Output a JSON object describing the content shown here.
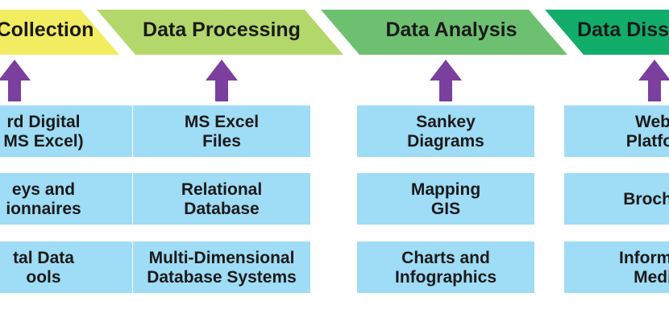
{
  "colors": {
    "stage_fills": [
      "#f2ec60",
      "#b3d76a",
      "#6cc070",
      "#12ad6a"
    ],
    "box_fill": "#9fdcf5",
    "arrow_fill": "#7b3f9e",
    "text": "#1a1a1a"
  },
  "stages": [
    {
      "label": "Collection",
      "items": [
        {
          "lines": [
            "rd Digital",
            "MS Excel)"
          ]
        },
        {
          "lines": [
            "eys and",
            "ionnaires"
          ]
        },
        {
          "lines": [
            "tal Data",
            "ools"
          ]
        }
      ]
    },
    {
      "label": "Data Processing",
      "items": [
        {
          "lines": [
            "MS Excel",
            "Files"
          ]
        },
        {
          "lines": [
            "Relational",
            "Database"
          ]
        },
        {
          "lines": [
            "Multi-Dimensional",
            "Database Systems"
          ]
        }
      ]
    },
    {
      "label": "Data Analysis",
      "items": [
        {
          "lines": [
            "Sankey",
            "Diagrams"
          ]
        },
        {
          "lines": [
            "Mapping",
            "GIS"
          ]
        },
        {
          "lines": [
            "Charts and",
            "Infographics"
          ]
        }
      ]
    },
    {
      "label": "Data Disse",
      "items": [
        {
          "lines": [
            "Web",
            "Platfor"
          ]
        },
        {
          "lines": [
            "Brochu"
          ]
        },
        {
          "lines": [
            "Informat",
            "Medi"
          ]
        }
      ]
    }
  ]
}
